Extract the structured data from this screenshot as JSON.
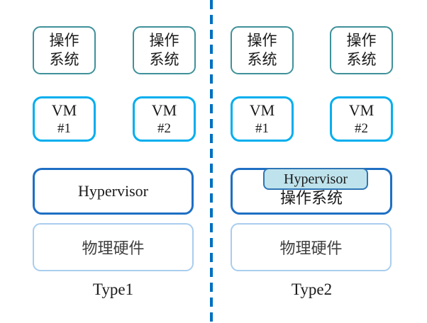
{
  "colors": {
    "os_border": "#3F9199",
    "vm_border": "#00AEEF",
    "hypervisor_border": "#1F6FC4",
    "hypervisor_fill": "#BFE3EC",
    "hardware_border": "#A9CDEE",
    "divider": "#0070C0"
  },
  "left_panel": {
    "os_boxes": [
      {
        "line1": "操作",
        "line2": "系统"
      },
      {
        "line1": "操作",
        "line2": "系统"
      }
    ],
    "vm_boxes": [
      {
        "line1": "VM",
        "line2": "#1"
      },
      {
        "line1": "VM",
        "line2": "#2"
      }
    ],
    "hypervisor_label": "Hypervisor",
    "hardware_label": "物理硬件",
    "type_label": "Type1"
  },
  "right_panel": {
    "os_boxes": [
      {
        "line1": "操作",
        "line2": "系统"
      },
      {
        "line1": "操作",
        "line2": "系统"
      }
    ],
    "vm_boxes": [
      {
        "line1": "VM",
        "line2": "#1"
      },
      {
        "line1": "VM",
        "line2": "#2"
      }
    ],
    "hypervisor_label": "Hypervisor",
    "host_os_label": "操作系统",
    "hardware_label": "物理硬件",
    "type_label": "Type2"
  }
}
